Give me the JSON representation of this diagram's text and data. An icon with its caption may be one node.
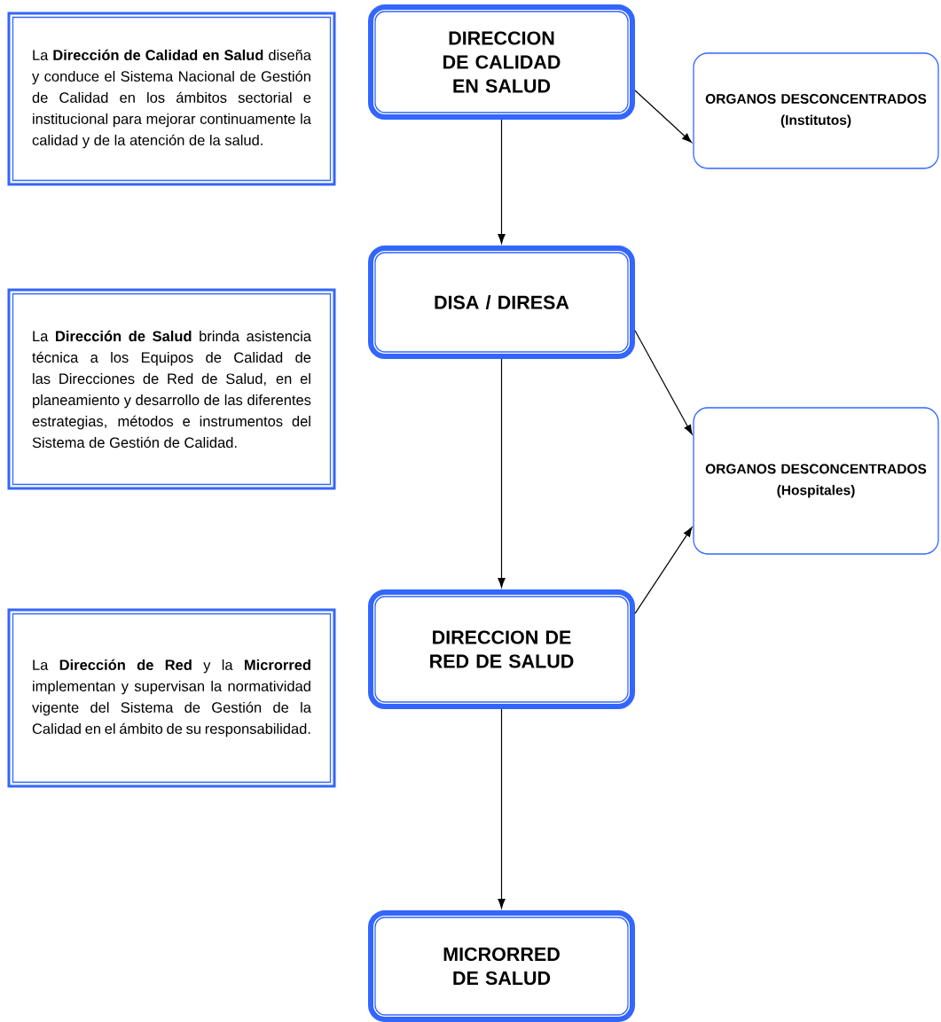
{
  "diagram": {
    "nodes": [
      {
        "text": [
          "La **Dirección de Calidad en Salud** diseña y conduce el Sistema Nacional de Gestión de Calidad en los ámbitos sectorial e institucional para mejorar continuamente la calidad y de la atención de la salud."
        ]
      },
      {
        "text": [
          "DIRECCION DE CALIDAD EN SALUD"
        ]
      },
      {
        "text": [
          "ORGANOS DESCONCENTRADOS",
          "(Institutos)"
        ]
      },
      {
        "text": [
          "La **Dirección de Salud** brinda asistencia técnica a los Equipos de Calidad de las Direcciones de Red de Salud, en el planeamiento y desarrollo de las diferentes estrategias, métodos e instrumentos del Sistema de Gestión de Calidad."
        ]
      },
      {
        "text": [
          "DISA / DIRESA"
        ]
      },
      {
        "text": [
          "ORGANOS DESCONCENTRADOS",
          "(Hospitales)"
        ]
      },
      {
        "text": [
          "La **Dirección de Red** y la **Microrred** implementan y supervisan la normatividad vigente del Sistema de Gestión de la Calidad en el ámbito de su responsabilidad."
        ]
      },
      {
        "text": [
          "DIRECCION DE RED DE SALUD"
        ]
      },
      {
        "text": [
          "MICRORRED DE SALUD"
        ]
      }
    ],
    "edges": [
      {
        "from": 1,
        "to": 2,
        "arrow": "to"
      },
      {
        "from": 1,
        "to": 4,
        "arrow": "to"
      },
      {
        "from": 4,
        "to": 5,
        "arrow": "to"
      },
      {
        "from": 4,
        "to": 7,
        "arrow": "to"
      },
      {
        "from": 7,
        "to": 5,
        "arrow": "to"
      },
      {
        "from": 7,
        "to": 8,
        "arrow": "to"
      }
    ]
  }
}
